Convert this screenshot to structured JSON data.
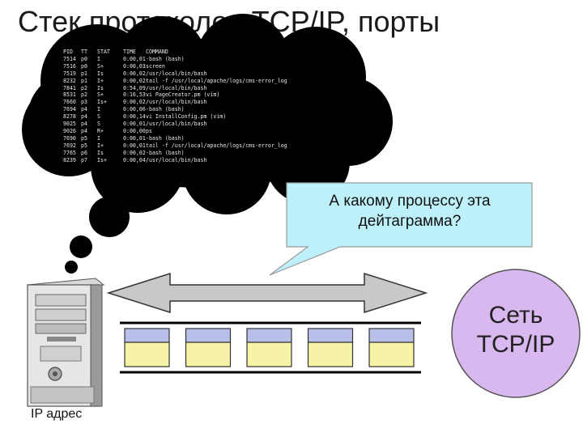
{
  "title": "Стек протоколов TCP/IP, порты",
  "ps_table": {
    "header": [
      "PID",
      "TT",
      "STAT",
      "TIME",
      "COMMAND"
    ],
    "rows": [
      [
        "7514",
        "p0",
        "I",
        "0:00,01",
        "-bash (bash)"
      ],
      [
        "7516",
        "p0",
        "S+",
        "0:00,03",
        "screen"
      ],
      [
        "7519",
        "p1",
        "Is",
        "0:00,02",
        "/usr/local/bin/bash"
      ],
      [
        "8232",
        "p1",
        "I+",
        "0:00,02",
        "tail -f /usr/local/apache/logs/cms-error_log"
      ],
      [
        "7841",
        "p2",
        "Is",
        "0:54,09",
        "/usr/local/bin/bash"
      ],
      [
        "8531",
        "p2",
        "S+",
        "0:16,53",
        "vi PageCreator.pm (vim)"
      ],
      [
        "7660",
        "p3",
        "Is+",
        "0:00,02",
        "/usr/local/bin/bash"
      ],
      [
        "7694",
        "p4",
        "I",
        "0:00,06",
        "-bash (bash)"
      ],
      [
        "8278",
        "p4",
        "S",
        "0:00,14",
        "vi InstallConfig.pm (vim)"
      ],
      [
        "9025",
        "p4",
        "S",
        "0:00,01",
        "/usr/local/bin/bash"
      ],
      [
        "9026",
        "p4",
        "R+",
        "0:00,00",
        "ps"
      ],
      [
        "7690",
        "p5",
        "I",
        "0:00,01",
        "-bash (bash)"
      ],
      [
        "7692",
        "p5",
        "I+",
        "0:00,01",
        "tail -f /usr/local/apache/logs/cms-error_log"
      ],
      [
        "7765",
        "p6",
        "Is",
        "0:00,02",
        "-bash (bash)"
      ],
      [
        "8239",
        "p7",
        "Is+",
        "0:00,04",
        "/usr/local/bin/bash"
      ]
    ]
  },
  "callout": {
    "line1": "А какому процессу эта",
    "line2": "дейтаграмма?"
  },
  "network": {
    "line1": "Сеть",
    "line2": "TCP/IP"
  },
  "computer_label": "IP адрес",
  "colors": {
    "callout_fill": "#bdf0f8",
    "network_fill": "#d9b8f0",
    "packet_header": "#b8bfe8",
    "packet_body": "#f6f3a6",
    "cloud": "#000000",
    "arrow_fill": "#c8c8c8"
  },
  "packet_count": 5
}
